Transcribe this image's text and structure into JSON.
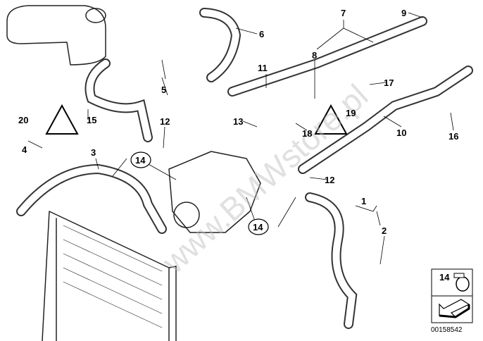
{
  "diagram": {
    "watermark": "www.BMWstore.pl",
    "drawing_number": "00158542",
    "labels": [
      {
        "id": "label-7",
        "text": "7"
      },
      {
        "id": "label-9",
        "text": "9"
      },
      {
        "id": "label-6",
        "text": "6"
      },
      {
        "id": "label-8",
        "text": "8"
      },
      {
        "id": "label-11",
        "text": "11"
      },
      {
        "id": "label-17",
        "text": "17"
      },
      {
        "id": "label-5",
        "text": "5"
      },
      {
        "id": "label-15",
        "text": "15"
      },
      {
        "id": "label-20",
        "text": "20"
      },
      {
        "id": "label-13",
        "text": "13"
      },
      {
        "id": "label-19",
        "text": "19"
      },
      {
        "id": "label-18",
        "text": "18"
      },
      {
        "id": "label-10",
        "text": "10"
      },
      {
        "id": "label-16",
        "text": "16"
      },
      {
        "id": "label-12a",
        "text": "12"
      },
      {
        "id": "label-12b",
        "text": "12"
      },
      {
        "id": "label-4",
        "text": "4"
      },
      {
        "id": "label-3",
        "text": "3"
      },
      {
        "id": "label-1",
        "text": "1"
      },
      {
        "id": "label-2",
        "text": "2"
      }
    ],
    "circled_labels": [
      {
        "text": "14"
      },
      {
        "text": "14"
      }
    ],
    "legend": {
      "clamp_label": "14"
    },
    "colors": {
      "lines": "#000000",
      "watermark": "#bbbbbb"
    }
  }
}
